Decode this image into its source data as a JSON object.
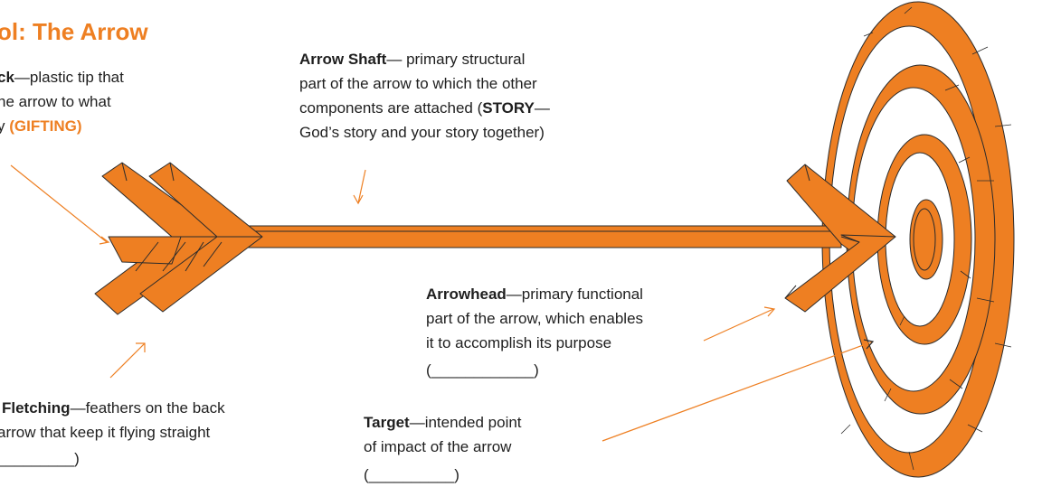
{
  "title": "ol: The Arrow",
  "nock": {
    "name": "ck",
    "lines": [
      "—plastic tip that",
      "he arrow to what",
      "y "
    ],
    "answer": "(GIFTING)"
  },
  "shaft": {
    "name": "Arrow Shaft",
    "line1_rest": "— primary structural",
    "line2": "part of the arrow to which the other",
    "line3_pre": "components are attached (",
    "line3_bold": "STORY",
    "line3_post": "—",
    "line4": "God’s story and your story together)"
  },
  "arrowhead": {
    "name": "Arrowhead",
    "line1_rest": "—primary functional",
    "line2": "part of the arrow, which enables",
    "line3": "it to accomplish its purpose",
    "blank": "(____________)"
  },
  "fletching": {
    "name": "Fletching",
    "line1_rest": "—feathers on the back",
    "line2": "arrow that keep it flying straight",
    "blank": "_________)"
  },
  "target": {
    "name": "Target",
    "line1_rest": "—intended point",
    "line2": "of impact of the arrow",
    "blank": "(__________)"
  },
  "colors": {
    "accent": "#ee7f22",
    "outline": "#2b2b2b"
  }
}
